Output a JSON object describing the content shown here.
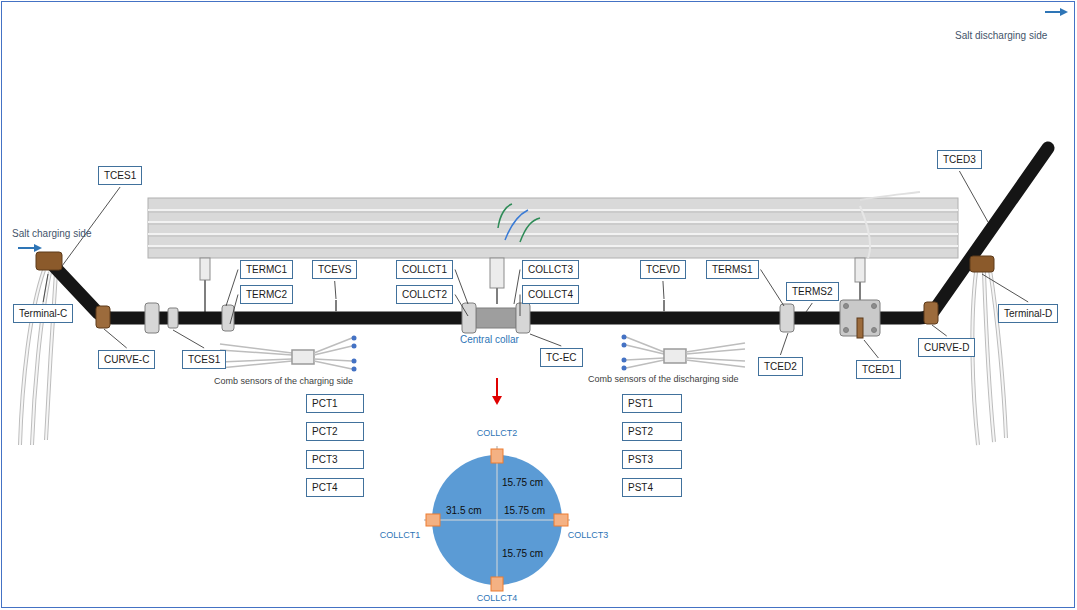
{
  "diagram": {
    "nodes": [
      {
        "text": [
          "TCES1"
        ]
      },
      {
        "text": [
          "TCED3"
        ]
      },
      {
        "text": [
          "TERMC1"
        ]
      },
      {
        "text": [
          "TCEVS"
        ]
      },
      {
        "text": [
          "COLLCT1"
        ]
      },
      {
        "text": [
          "COLLCT3"
        ]
      },
      {
        "text": [
          "TCEVD"
        ]
      },
      {
        "text": [
          "TERMS1"
        ]
      },
      {
        "text": [
          "TERMC2"
        ]
      },
      {
        "text": [
          "COLLCT2"
        ]
      },
      {
        "text": [
          "COLLCT4"
        ]
      },
      {
        "text": [
          "TERMS2"
        ]
      },
      {
        "text": [
          "Terminal-C"
        ]
      },
      {
        "text": [
          "Terminal-D"
        ]
      },
      {
        "text": [
          "CURVE-C"
        ]
      },
      {
        "text": [
          "TCES1"
        ]
      },
      {
        "text": [
          "TC-EC"
        ]
      },
      {
        "text": [
          "TCED2"
        ]
      },
      {
        "text": [
          "TCED1"
        ]
      },
      {
        "text": [
          "CURVE-D"
        ]
      },
      {
        "text": [
          "PCT1"
        ]
      },
      {
        "text": [
          "PCT2"
        ]
      },
      {
        "text": [
          "PCT3"
        ]
      },
      {
        "text": [
          "PCT4"
        ]
      },
      {
        "text": [
          "PST1"
        ]
      },
      {
        "text": [
          "PST2"
        ]
      },
      {
        "text": [
          "PST3"
        ]
      },
      {
        "text": [
          "PST4"
        ]
      },
      {
        "text": [
          "15.75 cm",
          "31.5 cm",
          "15.75 cm",
          "15.75 cm"
        ]
      }
    ],
    "labels": [
      "Salt charging side",
      "Salt discharging side",
      "Central collar",
      "Comb sensors of the charging side",
      "Comb sensors of the discharging side",
      "COLLCT2",
      "COLLCT1",
      "COLLCT3",
      "COLLCT4"
    ]
  }
}
